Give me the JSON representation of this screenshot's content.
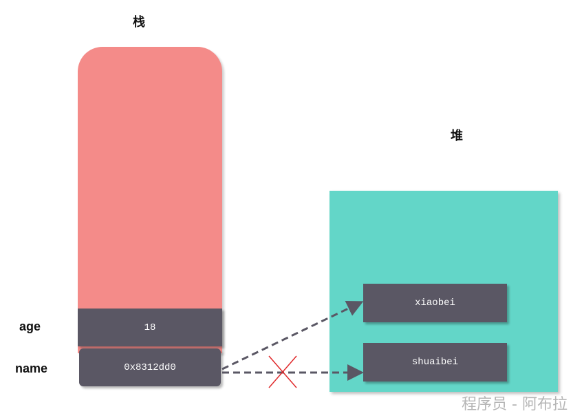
{
  "stack": {
    "title": "栈",
    "color": "#f48b89",
    "age_label": "age",
    "age_value": "18",
    "name_label": "name",
    "name_value": "0x8312dd0"
  },
  "heap": {
    "title": "堆",
    "color": "#63d6c8",
    "object_1": "xiaobei",
    "object_2": "shuaibei"
  },
  "cell_color": "#5a5764",
  "arrow_color": "#5a5764",
  "cross_color": "#e0282a",
  "watermark": "程序员 - 阿布拉"
}
